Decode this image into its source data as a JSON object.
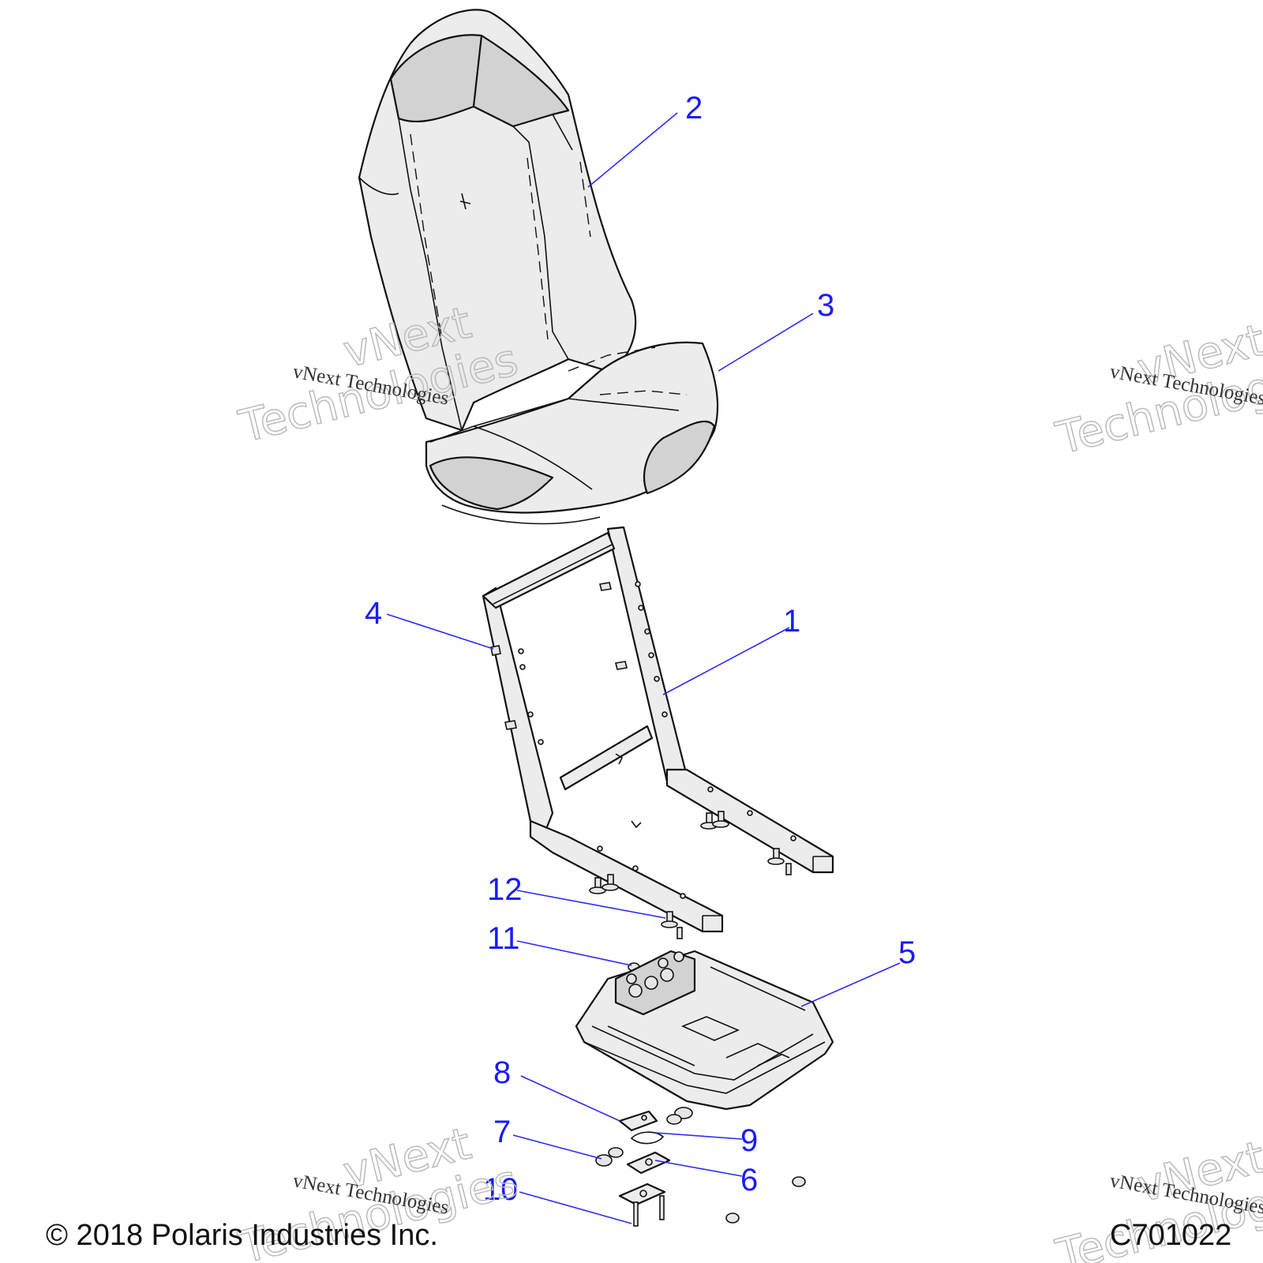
{
  "watermark": {
    "line1": "vNext Technologies",
    "line2": "vNext",
    "line3": "Technologies"
  },
  "footer": {
    "copyright": "© 2018 Polaris Industries Inc.",
    "diagram_code": "C701022"
  },
  "callouts": [
    {
      "id": "1",
      "label": "1",
      "part": "seat-frame"
    },
    {
      "id": "2",
      "label": "2",
      "part": "seat-backrest"
    },
    {
      "id": "3",
      "label": "3",
      "part": "seat-cushion"
    },
    {
      "id": "4",
      "label": "4",
      "part": "frame-stud"
    },
    {
      "id": "5",
      "label": "5",
      "part": "seat-base-slider"
    },
    {
      "id": "6",
      "label": "6",
      "part": "mount-plate"
    },
    {
      "id": "7",
      "label": "7",
      "part": "nut"
    },
    {
      "id": "8",
      "label": "8",
      "part": "latch"
    },
    {
      "id": "9",
      "label": "9",
      "part": "latch-spring"
    },
    {
      "id": "10",
      "label": "10",
      "part": "screw"
    },
    {
      "id": "11",
      "label": "11",
      "part": "nut"
    },
    {
      "id": "12",
      "label": "12",
      "part": "bolt"
    }
  ]
}
